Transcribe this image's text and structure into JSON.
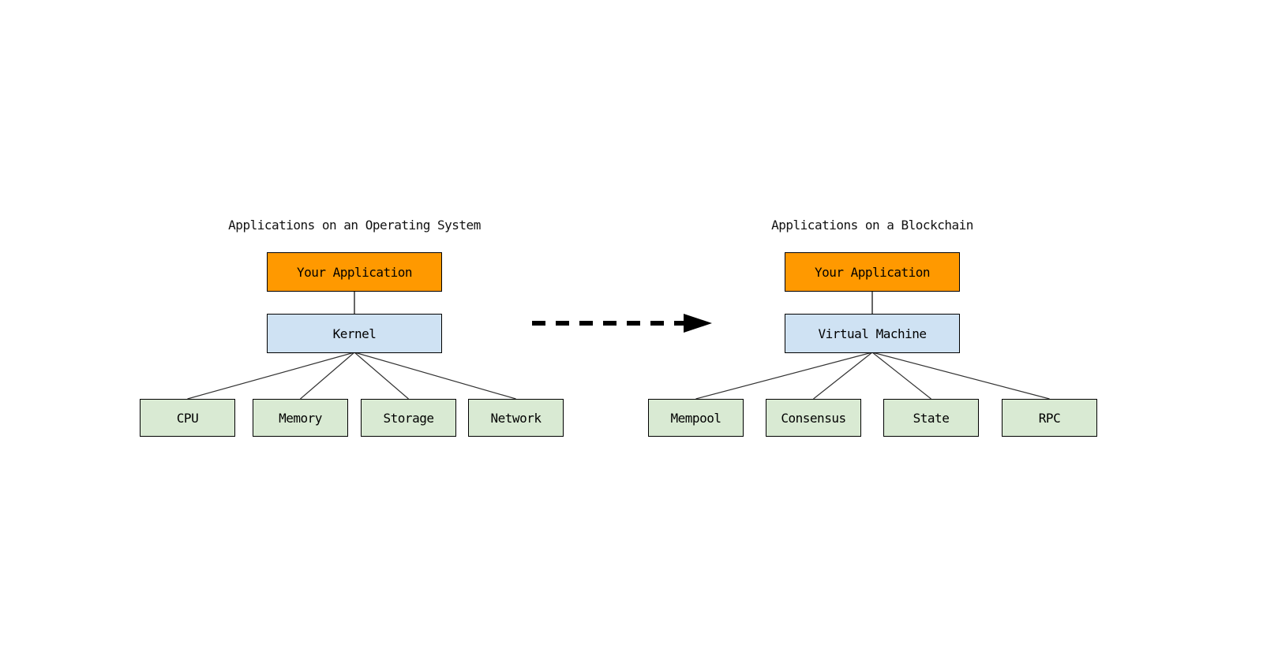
{
  "left_diagram": {
    "title": "Applications on an Operating System",
    "app_box": "Your Application",
    "platform_box": "Kernel",
    "children": [
      "CPU",
      "Memory",
      "Storage",
      "Network"
    ]
  },
  "right_diagram": {
    "title": "Applications on a Blockchain",
    "app_box": "Your Application",
    "platform_box": "Virtual Machine",
    "children": [
      "Mempool",
      "Consensus",
      "State",
      "RPC"
    ]
  },
  "icons": {
    "transform_arrow": "dashed-right-arrow"
  },
  "colors": {
    "background": "#ffffff",
    "app_fill": "#ff9900",
    "platform_fill": "#cfe2f3",
    "child_fill": "#d9ead3",
    "box_border": "#000000",
    "connector": "#333333",
    "arrow": "#000000",
    "text": "#000000"
  }
}
